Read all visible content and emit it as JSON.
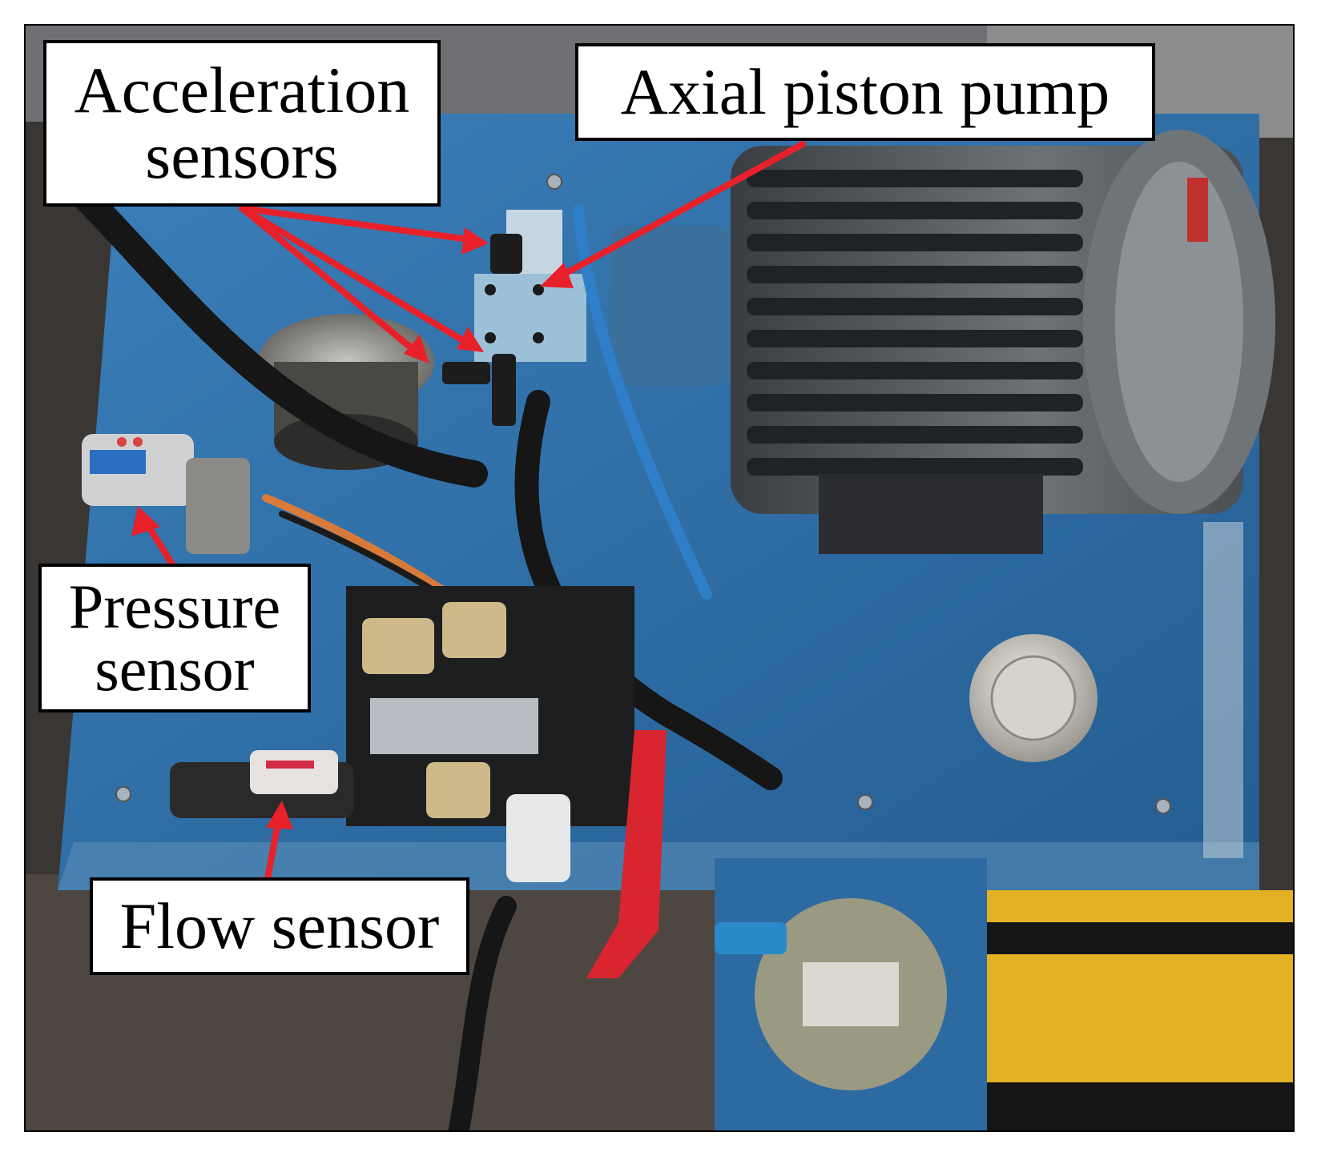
{
  "figure": {
    "labels": {
      "acceleration_sensors": {
        "line1": "Acceleration",
        "line2": "sensors"
      },
      "axial_piston_pump": "Axial piston pump",
      "pressure_sensor": {
        "line1": "Pressure",
        "line2": "sensor"
      },
      "flow_sensor": "Flow sensor"
    },
    "callout_color": "#e8202a",
    "scene_colors": {
      "tank_blue": "#2f6fa6",
      "tank_blue_light": "#4a8cc4",
      "motor_gray": "#5f6468",
      "motor_dark": "#2c2f33",
      "hose_black": "#151515",
      "brass": "#c9a35a",
      "red_handle": "#d8252f",
      "yellow_case": "#e3b224"
    }
  }
}
